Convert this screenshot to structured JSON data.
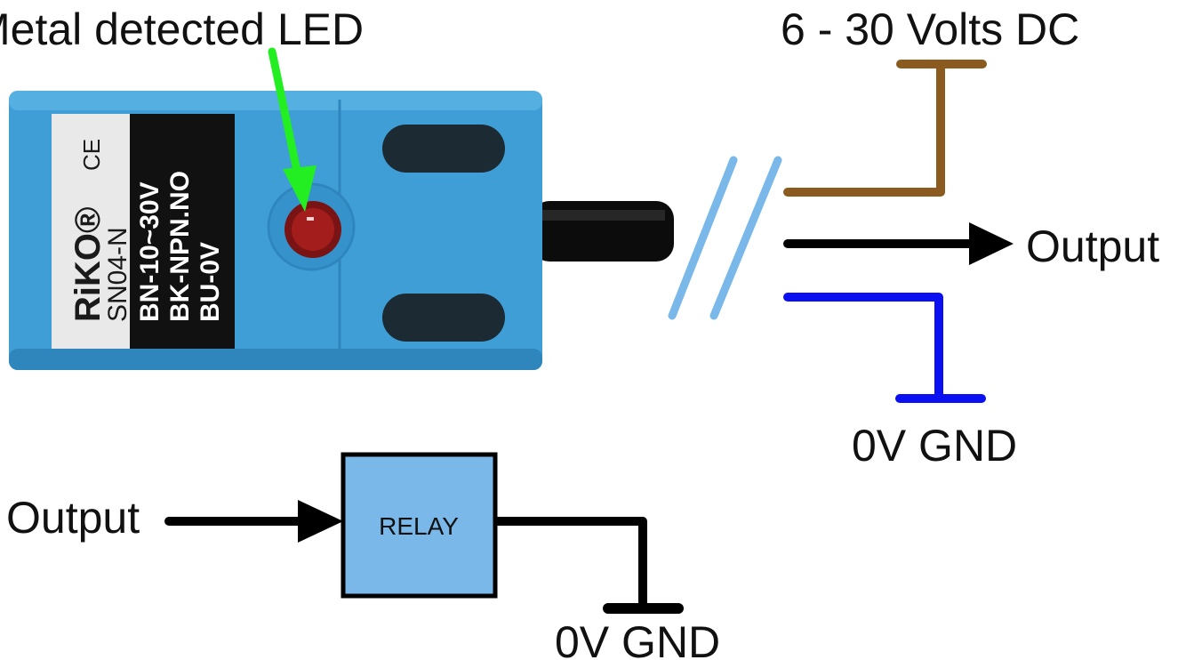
{
  "labels": {
    "led": "Metal detected LED",
    "supply": "6 - 30 Volts DC",
    "output_right": "Output",
    "gnd_right": "0V GND",
    "output_left": "Output",
    "relay": "RELAY",
    "gnd_bottom": "0V GND"
  },
  "sensor": {
    "brand": "RiKO®",
    "ce_mark": "CE",
    "model": "SN04-N",
    "spec_lines": [
      "BN-10~30V",
      "BK-NPN.NO",
      "BU-0V"
    ]
  },
  "colors": {
    "sensor_body": "#3f9ed6",
    "wire_brown": "#8a5a1e",
    "wire_black": "#000000",
    "wire_blue": "#0a10f0",
    "break_marks": "#7ab8ea",
    "led_arrow": "#22ee22",
    "relay_fill": "#7ab8ea"
  },
  "icons": {
    "sensor": "inductive-proximity-sensor-icon",
    "led": "red-led-icon"
  }
}
